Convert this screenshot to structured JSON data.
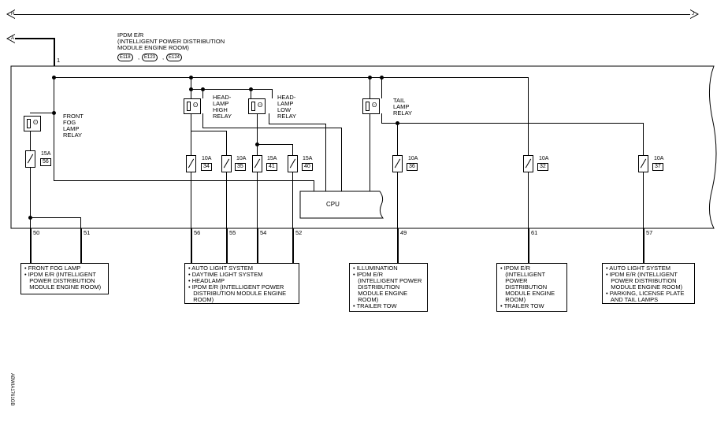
{
  "top_line": {
    "left_letter": "H",
    "right_letter": "J"
  },
  "input": {
    "letter": "A",
    "pin": "1"
  },
  "module": {
    "title_lines": [
      "IPDM E/R",
      "(INTELLIGENT POWER DISTRIBUTION",
      "MODULE ENGINE ROOM)"
    ],
    "connectors": [
      "E118",
      "E123",
      "E124"
    ],
    "connector_sep": ","
  },
  "relays": {
    "front_fog": [
      "FRONT",
      "FOG",
      "LAMP",
      "RELAY"
    ],
    "headlamp_high": [
      "HEAD-",
      "LAMP",
      "HIGH",
      "RELAY"
    ],
    "headlamp_low": [
      "HEAD-",
      "LAMP",
      "LOW",
      "RELAY"
    ],
    "tail": [
      "TAIL",
      "LAMP",
      "RELAY"
    ]
  },
  "fuses": [
    {
      "rating": "15A",
      "number": "56"
    },
    {
      "rating": "10A",
      "number": "34"
    },
    {
      "rating": "10A",
      "number": "35"
    },
    {
      "rating": "15A",
      "number": "41"
    },
    {
      "rating": "15A",
      "number": "40"
    },
    {
      "rating": "10A",
      "number": "36"
    },
    {
      "rating": "10A",
      "number": "32"
    },
    {
      "rating": "10A",
      "number": "37"
    }
  ],
  "cpu_label": "CPU",
  "pins": [
    "50",
    "51",
    "56",
    "55",
    "54",
    "52",
    "49",
    "61",
    "57"
  ],
  "destinations": [
    [
      "• FRONT FOG LAMP",
      "• IPDM E/R (INTELLIGENT",
      "   POWER DISTRIBUTION",
      "   MODULE ENGINE ROOM)"
    ],
    [
      "• AUTO LIGHT SYSTEM",
      "• DAYTIME LIGHT SYSTEM",
      "• HEADLAMP",
      "• IPDM E/R (INTELLIGENT POWER",
      "   DISTRIBUTION MODULE ENGINE",
      "   ROOM)"
    ],
    [
      "• ILLUMINATION",
      "• IPDM E/R",
      "   (INTELLIGENT POWER",
      "   DISTRIBUTION",
      "   MODULE ENGINE",
      "   ROOM)",
      "• TRAILER TOW"
    ],
    [
      "• IPDM E/R",
      "   (INTELLIGENT",
      "   POWER",
      "   DISTRIBUTION",
      "   MODULE ENGINE",
      "   ROOM)",
      "• TRAILER TOW"
    ],
    [
      "• AUTO LIGHT SYSTEM",
      "• IPDM E/R (INTELLIGENT",
      "   POWER DISTRIBUTION",
      "   MODULE ENGINE ROOM)",
      "• PARKING, LICENSE PLATE",
      "   AND TAIL LAMPS"
    ]
  ],
  "figure_code": "ABWIA1761GB"
}
